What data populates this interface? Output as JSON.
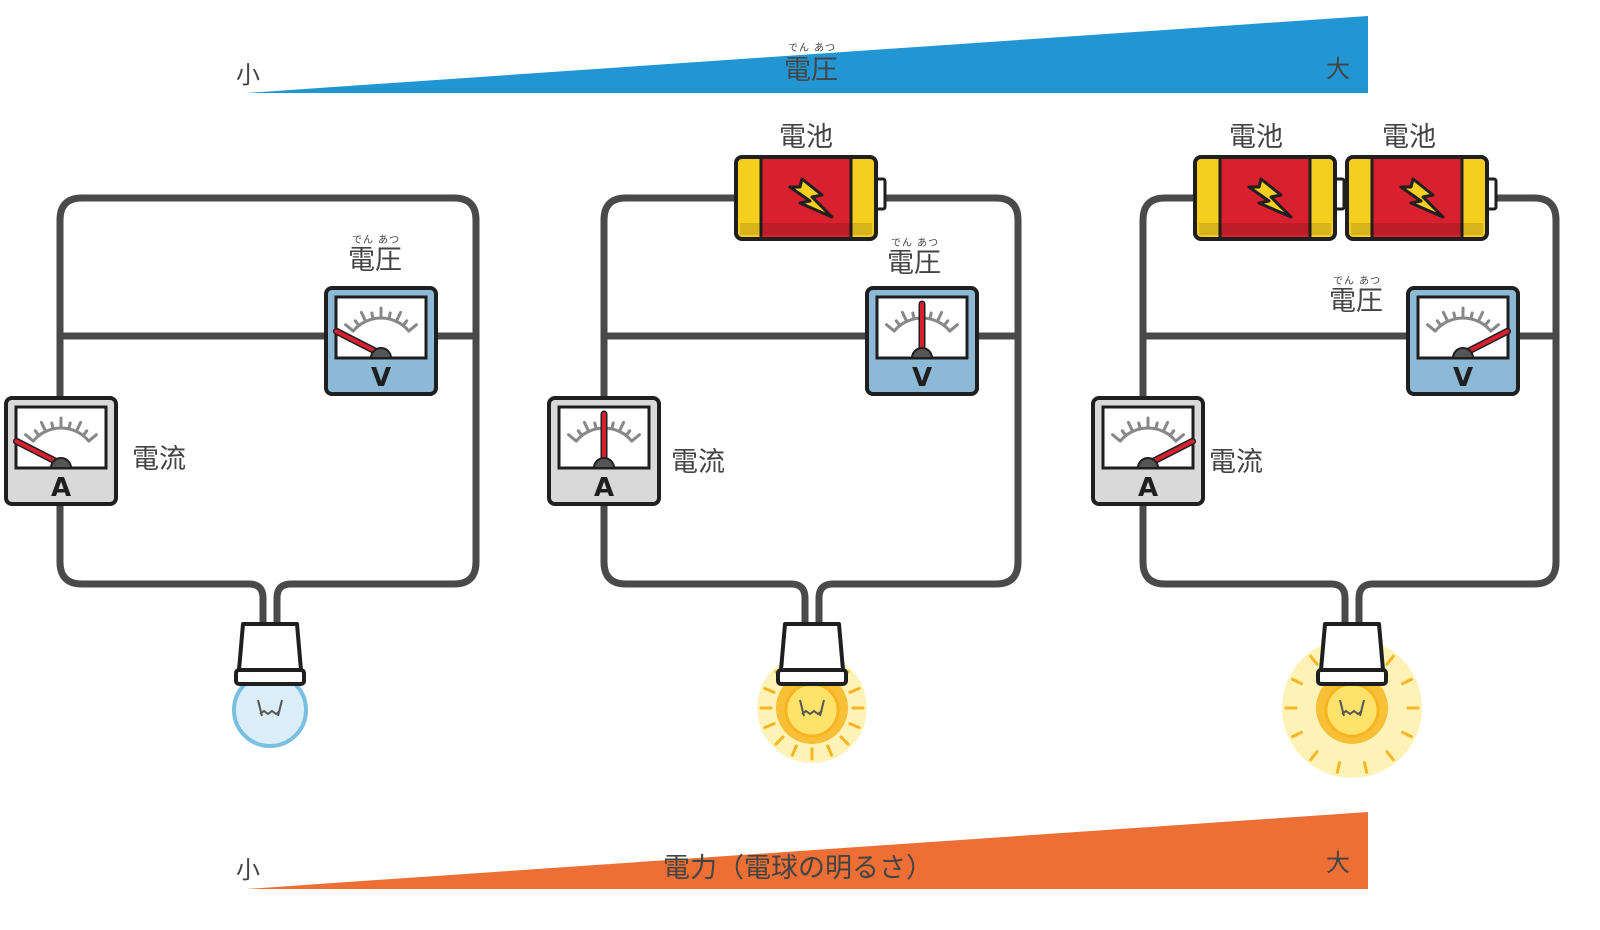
{
  "scale_top": {
    "label": "電圧",
    "ruby": "でん あつ",
    "min_label": "小",
    "max_label": "大",
    "color": "#2196d3"
  },
  "scale_bottom": {
    "label": "電力（電球の明るさ）",
    "min_label": "小",
    "max_label": "大",
    "color": "#ed6f35"
  },
  "circuits": [
    {
      "voltmeter_label": "電圧",
      "voltmeter_ruby": "でん あつ",
      "voltmeter_letter": "V",
      "voltmeter_needle": 0.0,
      "ammeter_label": "電流",
      "ammeter_letter": "A",
      "ammeter_needle": 0.0,
      "batteries": [],
      "bulb_state": "off"
    },
    {
      "voltmeter_label": "電圧",
      "voltmeter_ruby": "でん あつ",
      "voltmeter_letter": "V",
      "voltmeter_needle": 0.5,
      "ammeter_label": "電流",
      "ammeter_letter": "A",
      "ammeter_needle": 0.5,
      "batteries": [
        "電池"
      ],
      "bulb_state": "lit"
    },
    {
      "voltmeter_label": "電圧",
      "voltmeter_ruby": "でん あつ",
      "voltmeter_letter": "V",
      "voltmeter_needle": 1.0,
      "ammeter_label": "電流",
      "ammeter_letter": "A",
      "ammeter_needle": 1.0,
      "batteries": [
        "電池",
        "電池"
      ],
      "bulb_state": "bright"
    }
  ],
  "colors": {
    "wire": "#4a4a4a",
    "voltmeter_face": "#8cb9d6",
    "ammeter_face": "#d9d9d9",
    "needle": "#d8202f",
    "battery_body": "#d8202f",
    "battery_cap": "#f5ce1e",
    "bulb_off": "#dbeef8",
    "bulb_glow": "#fbe97a",
    "bulb_core": "#f7b521"
  }
}
